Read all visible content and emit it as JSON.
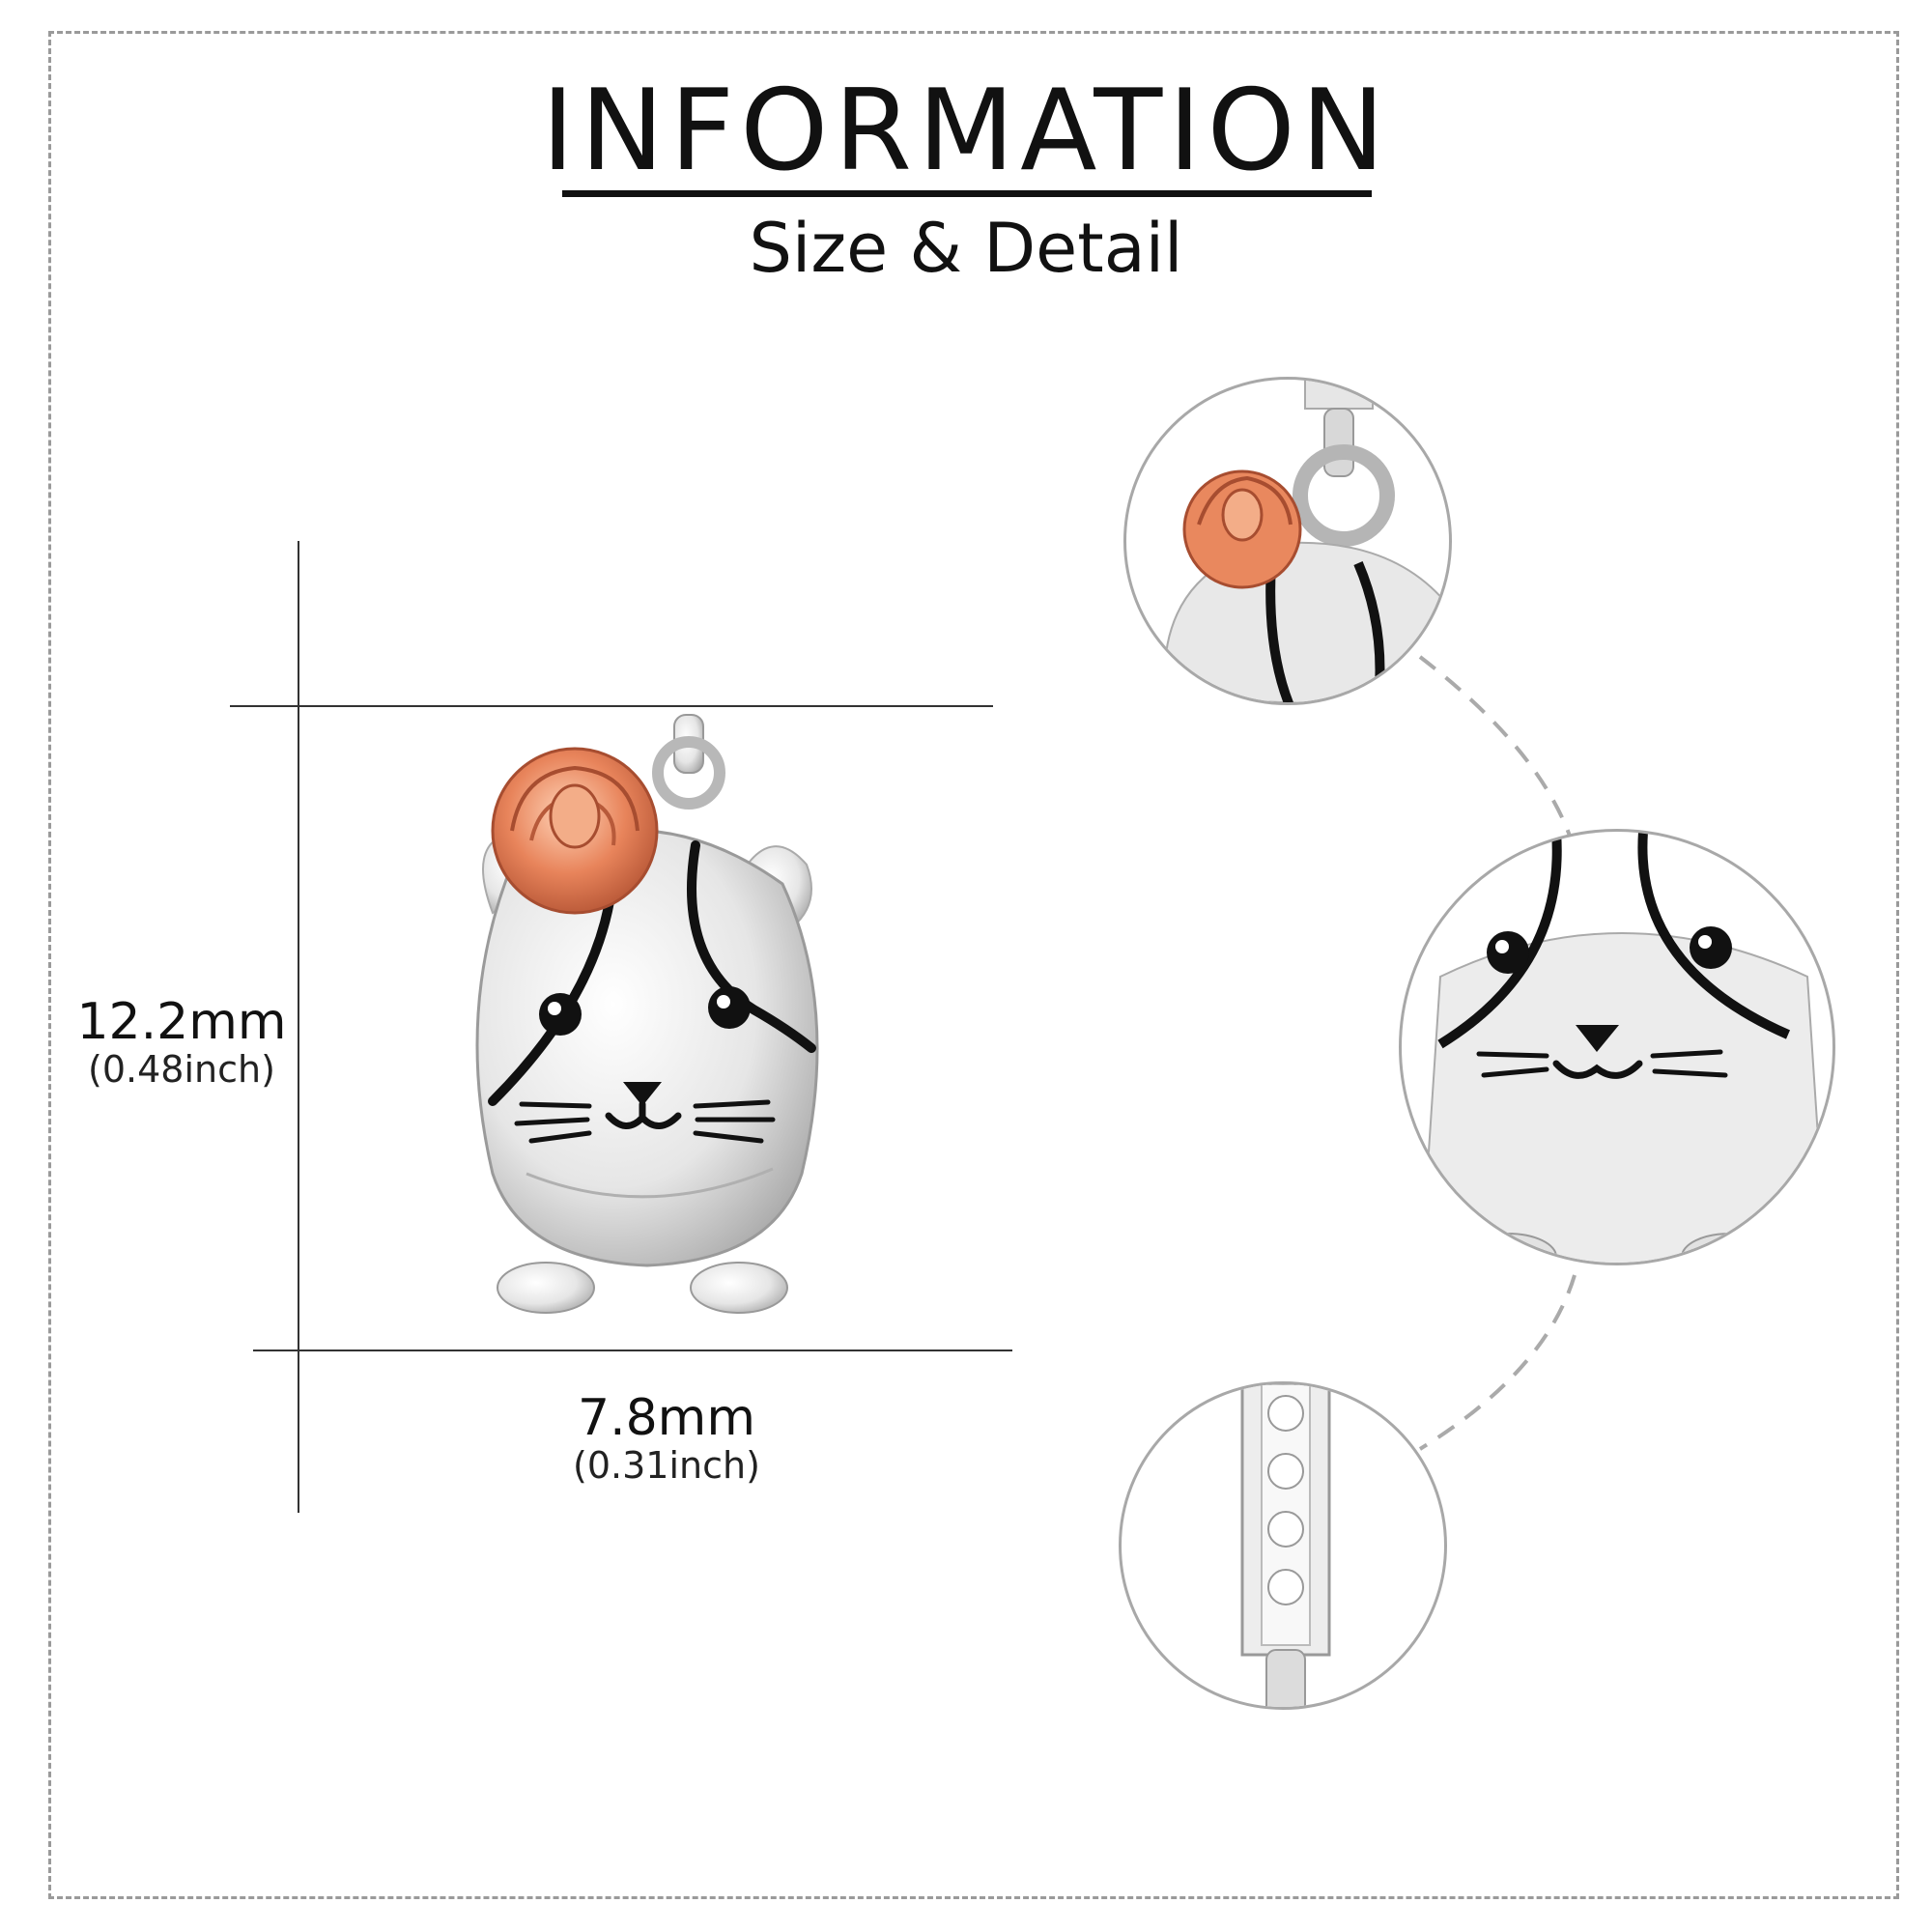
{
  "header": {
    "title": "INFORMATION",
    "subtitle": "Size & Detail"
  },
  "dimensions": {
    "height_mm": "12.2mm",
    "height_inch": "(0.48inch)",
    "width_mm": "7.8mm",
    "width_inch": "(0.31inch)"
  },
  "colors": {
    "rose_gold": "#e0805a",
    "silver": "#d9d9d9",
    "outline": "#111111",
    "dashed_border": "#9a9a9a"
  },
  "icons": [
    "guinea-pig-pendant",
    "rose-flower",
    "zircon-bail"
  ]
}
